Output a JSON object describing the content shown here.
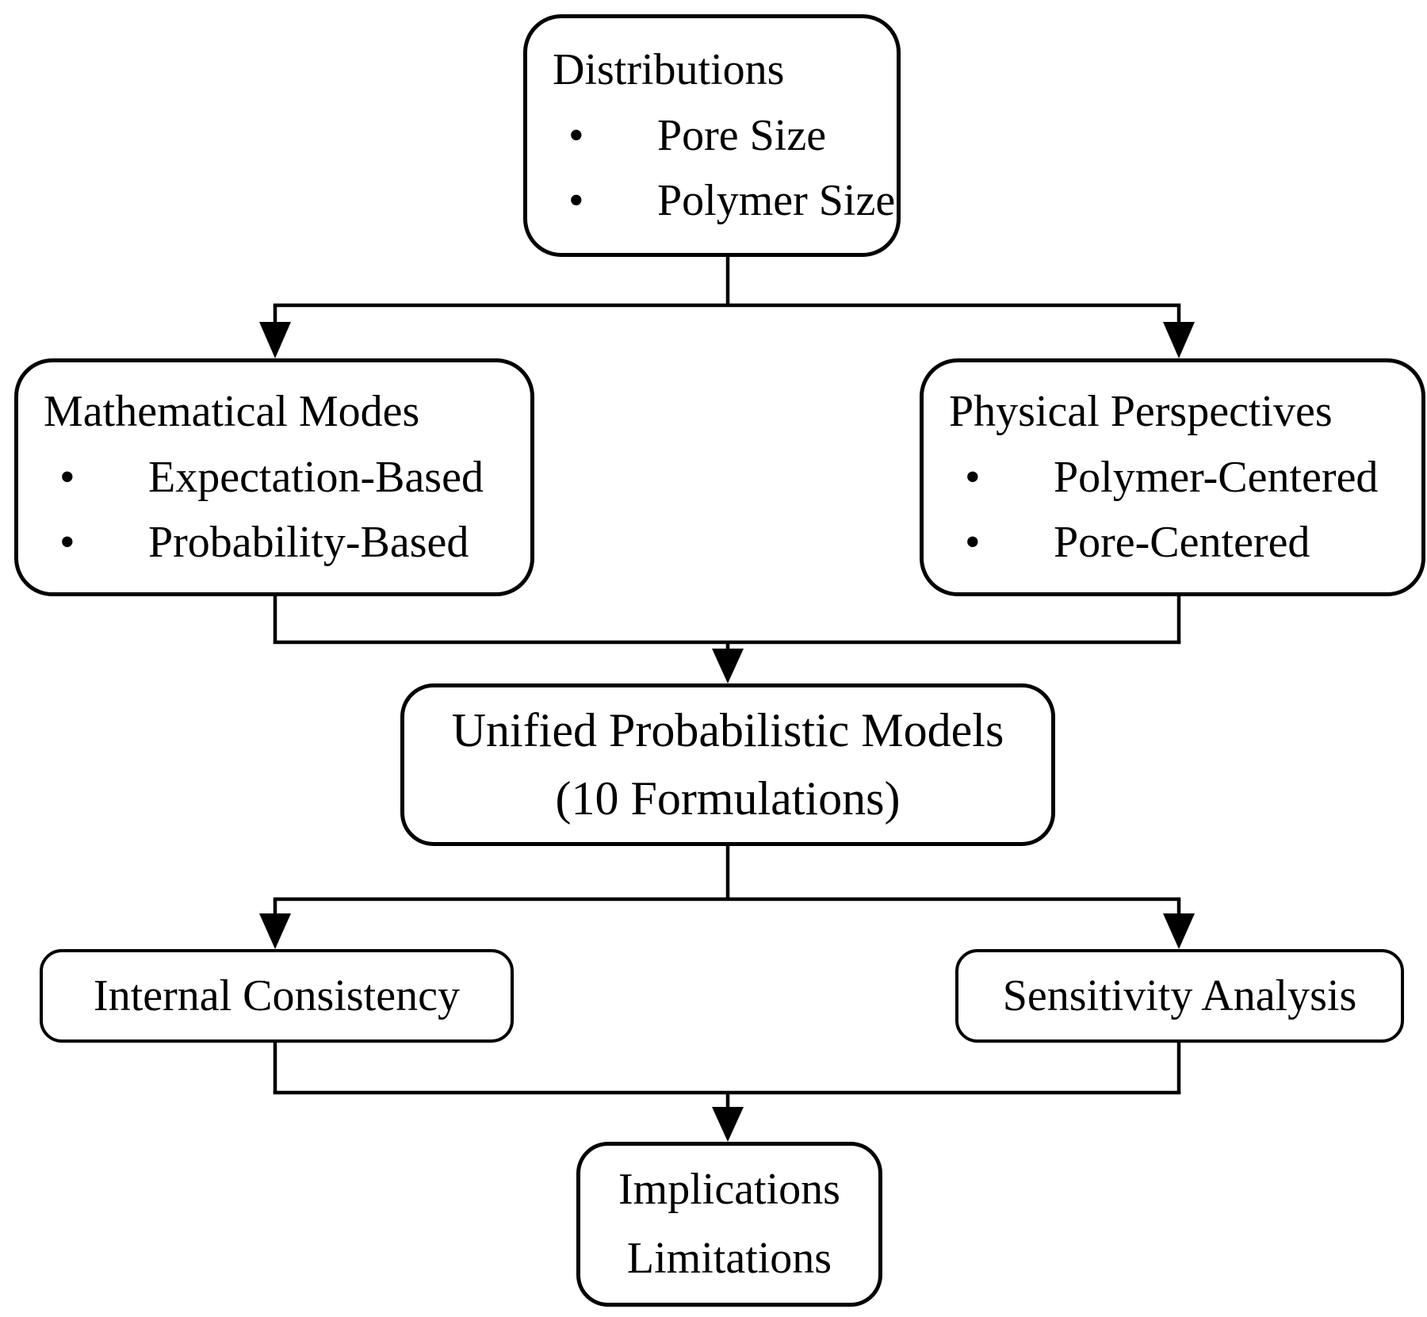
{
  "bullet_char": "•",
  "colors": {
    "stroke": "#000000",
    "background": "#ffffff",
    "text": "#000000"
  },
  "nodes": {
    "distributions": {
      "title": "Distributions",
      "bullets": [
        "Pore Size",
        "Polymer Size"
      ]
    },
    "mathematical_modes": {
      "title": "Mathematical Modes",
      "bullets": [
        "Expectation-Based",
        "Probability-Based"
      ]
    },
    "physical_perspectives": {
      "title": "Physical Perspectives",
      "bullets": [
        "Polymer-Centered",
        "Pore-Centered"
      ]
    },
    "unified_models": {
      "lines": [
        "Unified Probabilistic Models",
        "(10 Formulations)"
      ]
    },
    "internal_consistency": {
      "title": "Internal Consistency"
    },
    "sensitivity_analysis": {
      "title": "Sensitivity Analysis"
    },
    "implications": {
      "lines": [
        "Implications",
        "Limitations"
      ]
    }
  }
}
